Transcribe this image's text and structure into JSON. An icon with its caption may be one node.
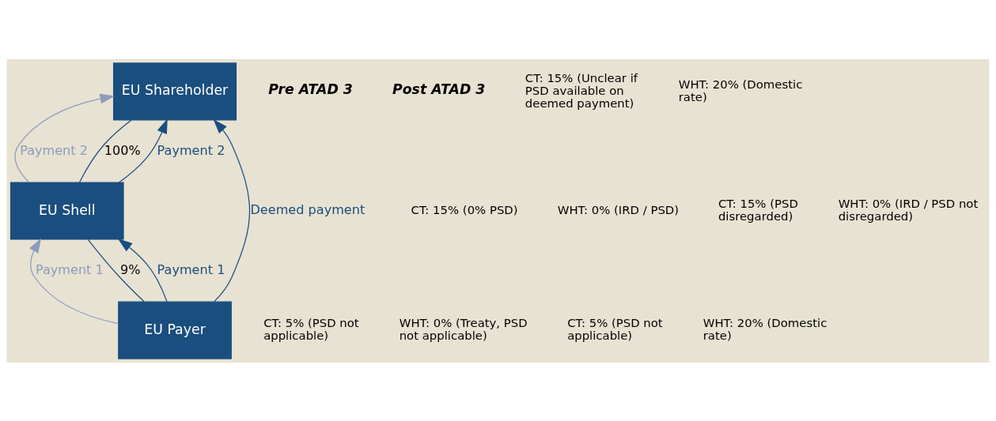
{
  "diagram": {
    "nodes": [
      {
        "text": [
          "EU Shareholder"
        ]
      },
      {
        "text": [
          "EU Shell"
        ]
      },
      {
        "text": [
          "EU Payer"
        ]
      }
    ],
    "edges": [
      {
        "from": 1,
        "to": 0,
        "arrow": "to",
        "label": "Payment 2"
      },
      {
        "from": 0,
        "to": 1,
        "arrow": "none",
        "label": "100%"
      },
      {
        "from": 1,
        "to": 0,
        "arrow": "to",
        "label": "Payment 2",
        "color": "#8c9cbc"
      },
      {
        "from": 2,
        "to": 1,
        "arrow": "to",
        "label": "Payment 1"
      },
      {
        "from": 1,
        "to": 2,
        "arrow": "none",
        "label": "9%"
      },
      {
        "from": 2,
        "to": 1,
        "arrow": "to",
        "label": "Payment 1",
        "color": "#8c9cbc"
      },
      {
        "from": 2,
        "to": 0,
        "arrow": "to",
        "label": "Deemed payment"
      }
    ],
    "labels": [
      "Pre ATAD 3",
      "Post ATAD 3",
      "CT: 15% (Unclear if PSD available on deemed payment)",
      "WHT: 20% (Domestic rate)",
      "CT: 15% (0% PSD)",
      "WHT: 0% (IRD / PSD)",
      "CT: 15% (PSD disregarded)",
      "WHT: 0% (IRD / PSD not disregarded)",
      "CT: 5% (PSD not applicable)",
      "WHT: 0% (Treaty, PSD not applicable)",
      "CT: 5% (PSD not applicable)",
      "WHT: 20% (Domestic rate)"
    ]
  }
}
